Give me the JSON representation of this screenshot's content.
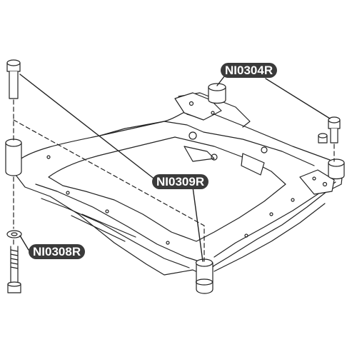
{
  "labels": {
    "part_1": "NI0304R",
    "part_2": "NI0309R",
    "part_3": "NI0308R"
  },
  "colors": {
    "line": "#222222",
    "label_bg": "#3a3a3a",
    "label_text": "#ffffff"
  }
}
